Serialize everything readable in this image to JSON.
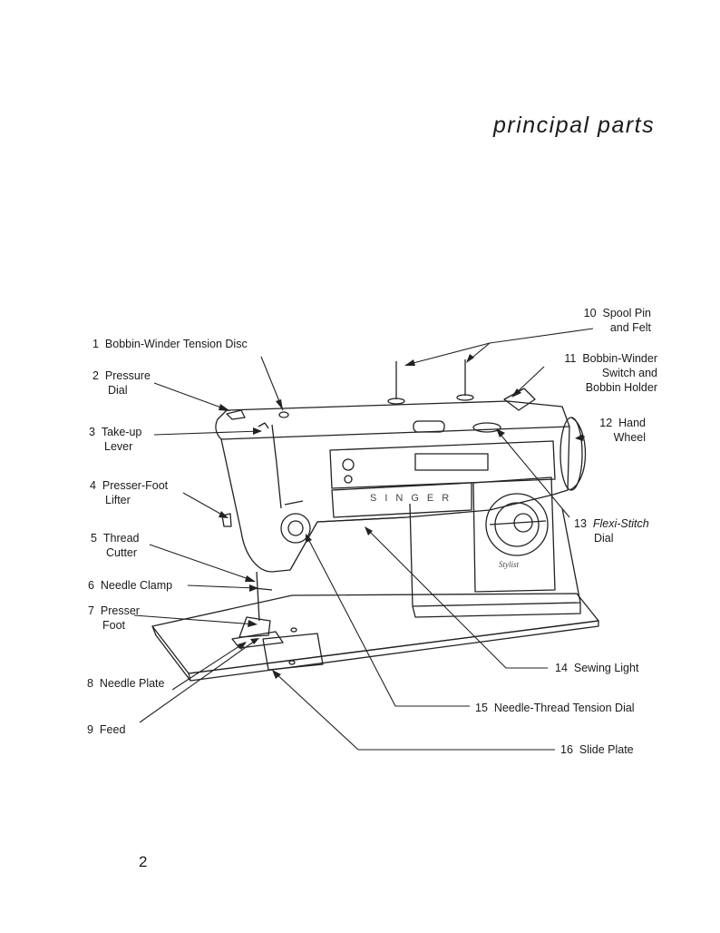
{
  "title": "principal parts",
  "page_number": "2",
  "machine_marks": {
    "brand": "SINGER",
    "model_script": "Stylist"
  },
  "parts": [
    {
      "num": "1",
      "lines": [
        "Bobbin-Winder Tension Disc"
      ]
    },
    {
      "num": "2",
      "lines": [
        "Pressure",
        "Dial"
      ]
    },
    {
      "num": "3",
      "lines": [
        "Take-up",
        "Lever"
      ]
    },
    {
      "num": "4",
      "lines": [
        "Presser-Foot",
        "Lifter"
      ]
    },
    {
      "num": "5",
      "lines": [
        "Thread",
        "Cutter"
      ]
    },
    {
      "num": "6",
      "lines": [
        "Needle Clamp"
      ]
    },
    {
      "num": "7",
      "lines": [
        "Presser",
        "Foot"
      ]
    },
    {
      "num": "8",
      "lines": [
        "Needle Plate"
      ]
    },
    {
      "num": "9",
      "lines": [
        "Feed"
      ]
    },
    {
      "num": "10",
      "lines": [
        "Spool Pin",
        "and Felt"
      ]
    },
    {
      "num": "11",
      "lines": [
        "Bobbin-Winder",
        "Switch and",
        "Bobbin Holder"
      ]
    },
    {
      "num": "12",
      "lines": [
        "Hand",
        "Wheel"
      ]
    },
    {
      "num": "13",
      "lines": [
        "Flexi-Stitch",
        "Dial"
      ]
    },
    {
      "num": "14",
      "lines": [
        "Sewing Light"
      ]
    },
    {
      "num": "15",
      "lines": [
        "Needle-Thread Tension Dial"
      ]
    },
    {
      "num": "16",
      "lines": [
        "Slide Plate"
      ]
    }
  ]
}
